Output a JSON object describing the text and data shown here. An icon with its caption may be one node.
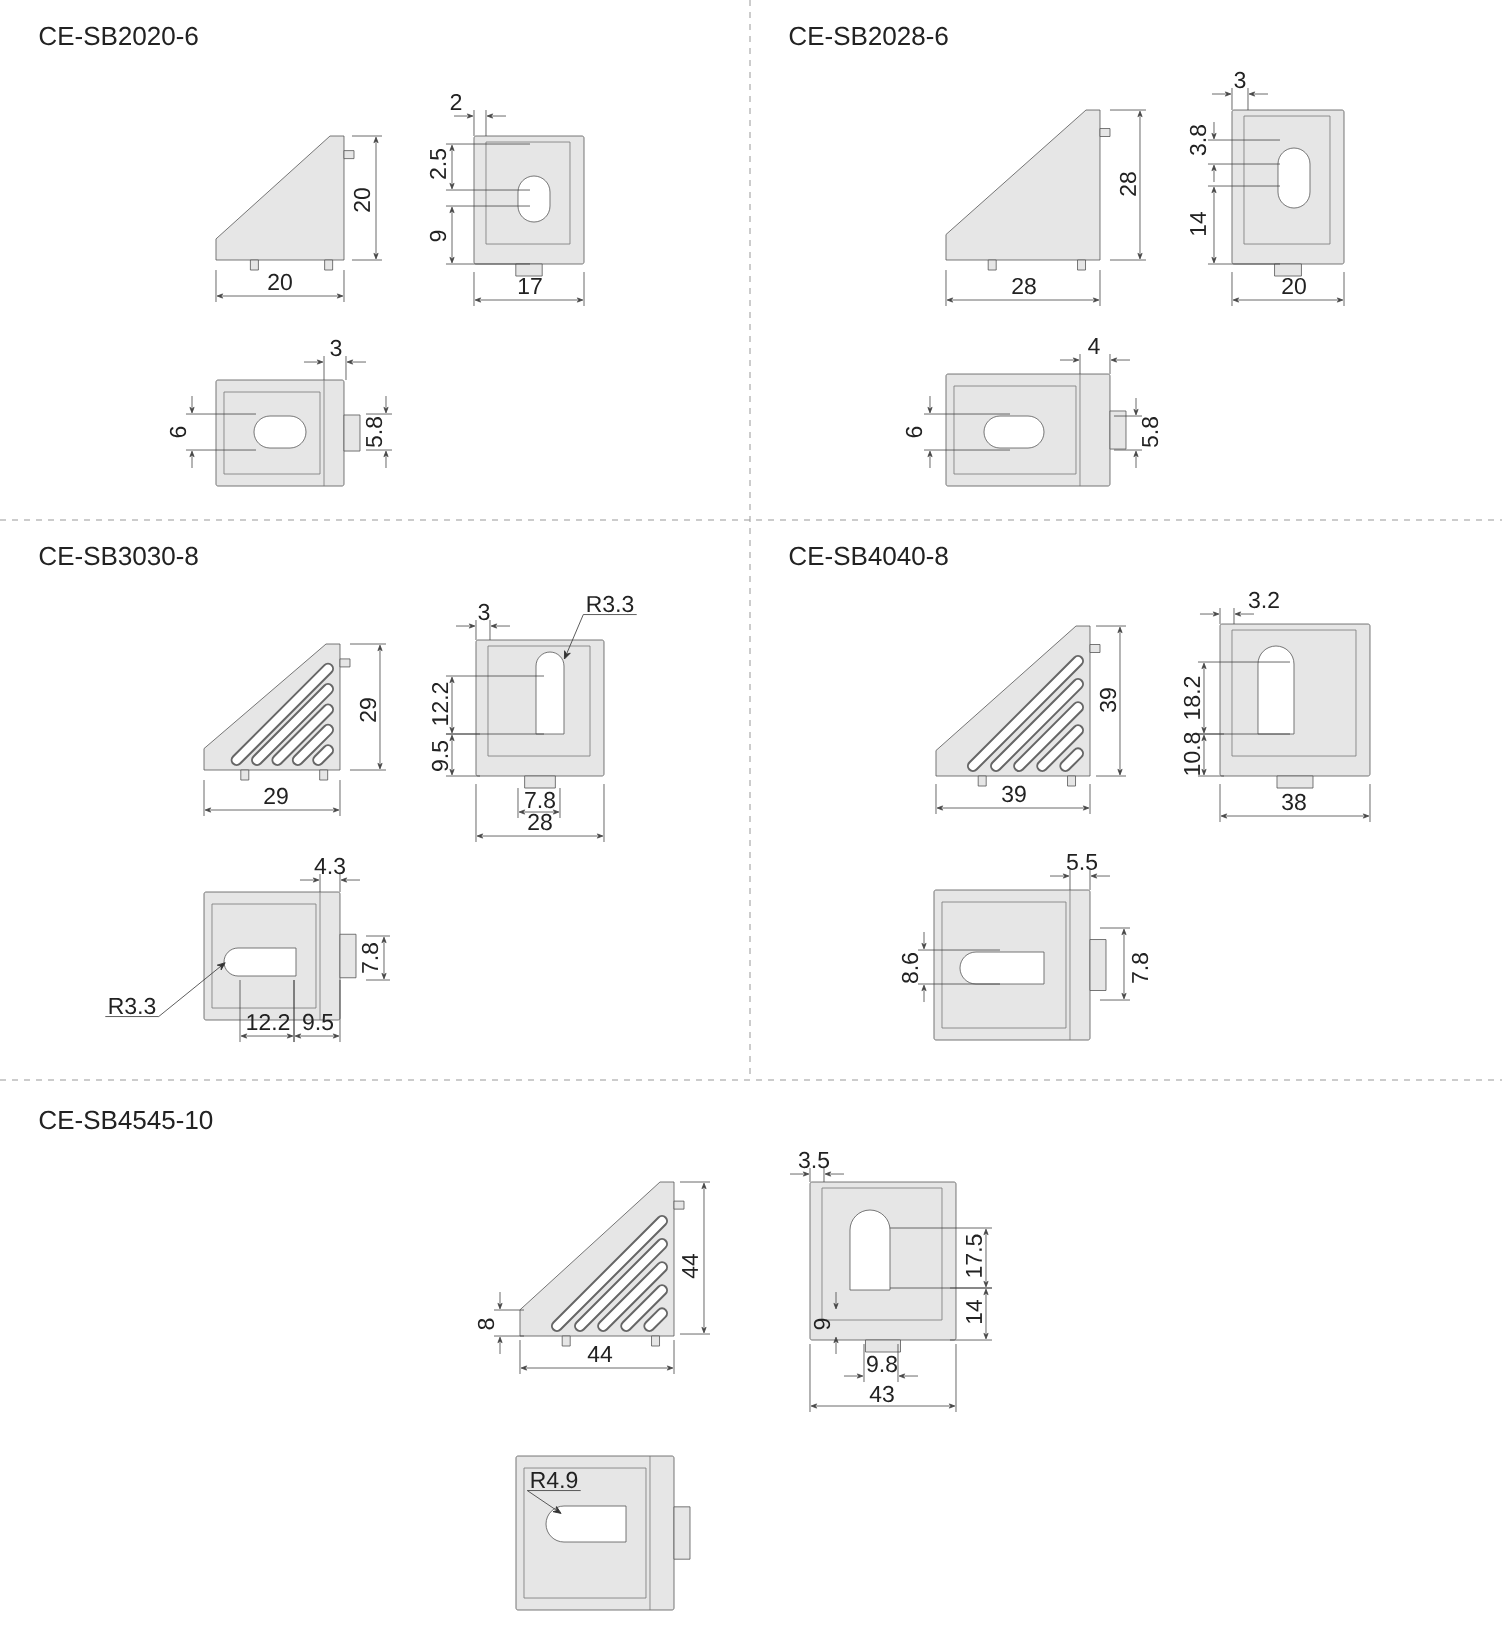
{
  "diagram": {
    "nodes": [
      {
        "text": [
          "R3.3"
        ]
      },
      {
        "text": [
          "R3.3"
        ]
      },
      {
        "text": [
          "R4.9"
        ]
      }
    ],
    "edges": [
      {
        "from": 0,
        "to": null,
        "arrow": "to"
      },
      {
        "from": 1,
        "to": null,
        "arrow": "to"
      },
      {
        "from": 2,
        "to": null,
        "arrow": "to"
      }
    ],
    "labels": [
      "CE-SB2020-6",
      "2",
      "2.5",
      "9",
      "20",
      "20",
      "17",
      "3",
      "6",
      "5.8",
      "CE-SB2028-6",
      "3",
      "3.8",
      "14",
      "28",
      "28",
      "20",
      "4",
      "6",
      "5.8",
      "CE-SB3030-8",
      "3",
      "12.2",
      "9.5",
      "29",
      "29",
      "7.8",
      "28",
      "4.3",
      "7.8",
      "12.2",
      "9.5",
      "CE-SB4040-8",
      "3.2",
      "18.2",
      "10.8",
      "39",
      "39",
      "38",
      "5.5",
      "8.6",
      "7.8",
      "CE-SB4545-10",
      "3.5",
      "8",
      "44",
      "44",
      "17.5",
      "14",
      "9",
      "9.8",
      "43"
    ]
  }
}
